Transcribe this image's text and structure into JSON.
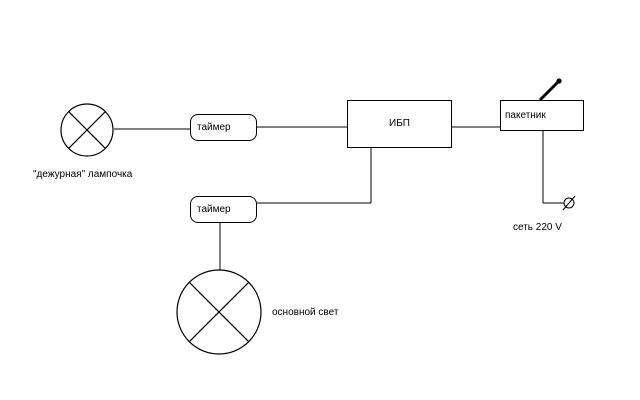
{
  "labels": {
    "timer_top": "таймер",
    "timer_bottom": "таймер",
    "ups": "ИБП",
    "switch": "пакетник",
    "standby_lamp": "\"дежурная\" лампочка",
    "main_light": "основной свет",
    "mains": "сеть 220 V"
  },
  "icons": {
    "standby_lamp": "lamp-icon",
    "main_light": "lamp-icon",
    "switch_lever": "switch-lever-icon",
    "plug": "plug-icon"
  },
  "colors": {
    "line": "#000000",
    "background": "#ffffff"
  }
}
